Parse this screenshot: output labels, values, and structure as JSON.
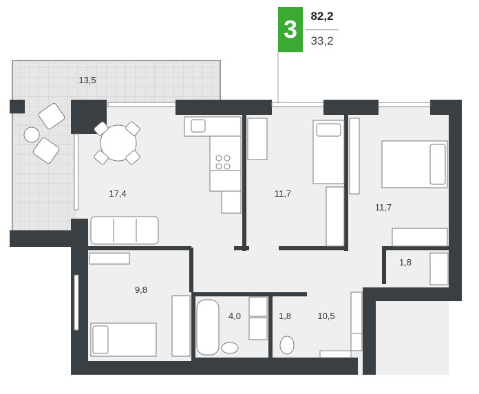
{
  "apartment": {
    "rooms": "3",
    "total_area": "82,2",
    "living_area": "33,2"
  },
  "rooms": {
    "balcony": "13,5",
    "living_room": "17,4",
    "bedroom_middle": "11,7",
    "bedroom_right": "11,7",
    "closet": "1,8",
    "bedroom_left": "9,8",
    "bathroom": "4,0",
    "toilet": "1,8",
    "hallway": "10,5"
  },
  "colors": {
    "accent": "#3aaa35",
    "wall": "#3a3f44",
    "floor": "#efefef",
    "balcony_floor": "#e6e6e6",
    "furniture_stroke": "#7a7a7a"
  }
}
